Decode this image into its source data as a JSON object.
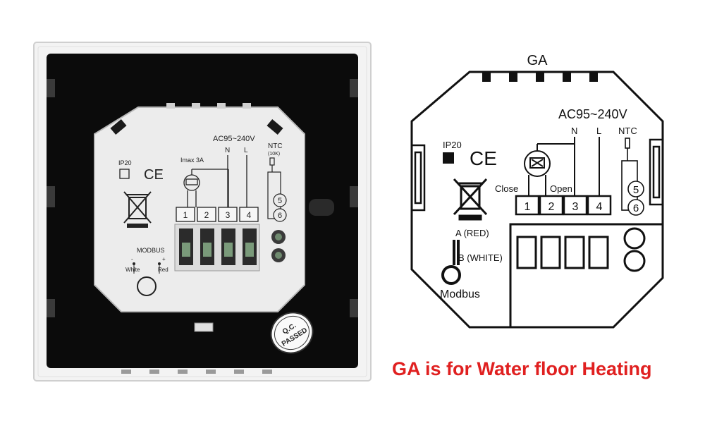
{
  "photo": {
    "ip_rating": "IP20",
    "ce_mark": "CE",
    "imax": "Imax 3A",
    "voltage": "AC95~240V",
    "n_label": "N",
    "l_label": "L",
    "ntc_label": "NTC",
    "ntc_value": "(10K)",
    "terminals": [
      "1",
      "2",
      "3",
      "4"
    ],
    "ntc_terminals": [
      "5",
      "6"
    ],
    "modbus_title": "MODBUS",
    "pin_minus": "-",
    "pin_plus": "+",
    "pin_white": "White",
    "pin_red": "Red",
    "qc_line1": "Q.C.",
    "qc_line2": "PASSED",
    "colors": {
      "frame": "#f2f2f2",
      "panel": "#0a0a0a",
      "board": "#ececec"
    }
  },
  "diagram": {
    "title": "GA",
    "ip_rating": "IP20",
    "ce_mark": "CE",
    "voltage": "AC95~240V",
    "n_label": "N",
    "l_label": "L",
    "ntc_label": "NTC",
    "close_label": "Close",
    "open_label": "Open",
    "terminals": [
      "1",
      "2",
      "3",
      "4"
    ],
    "ntc_terminals": [
      "5",
      "6"
    ],
    "modbus_a": "A (RED)",
    "modbus_b": "B (WHITE)",
    "modbus_label": "Modbus"
  },
  "caption": {
    "text": "GA is for Water floor Heating",
    "color": "#e02020"
  }
}
